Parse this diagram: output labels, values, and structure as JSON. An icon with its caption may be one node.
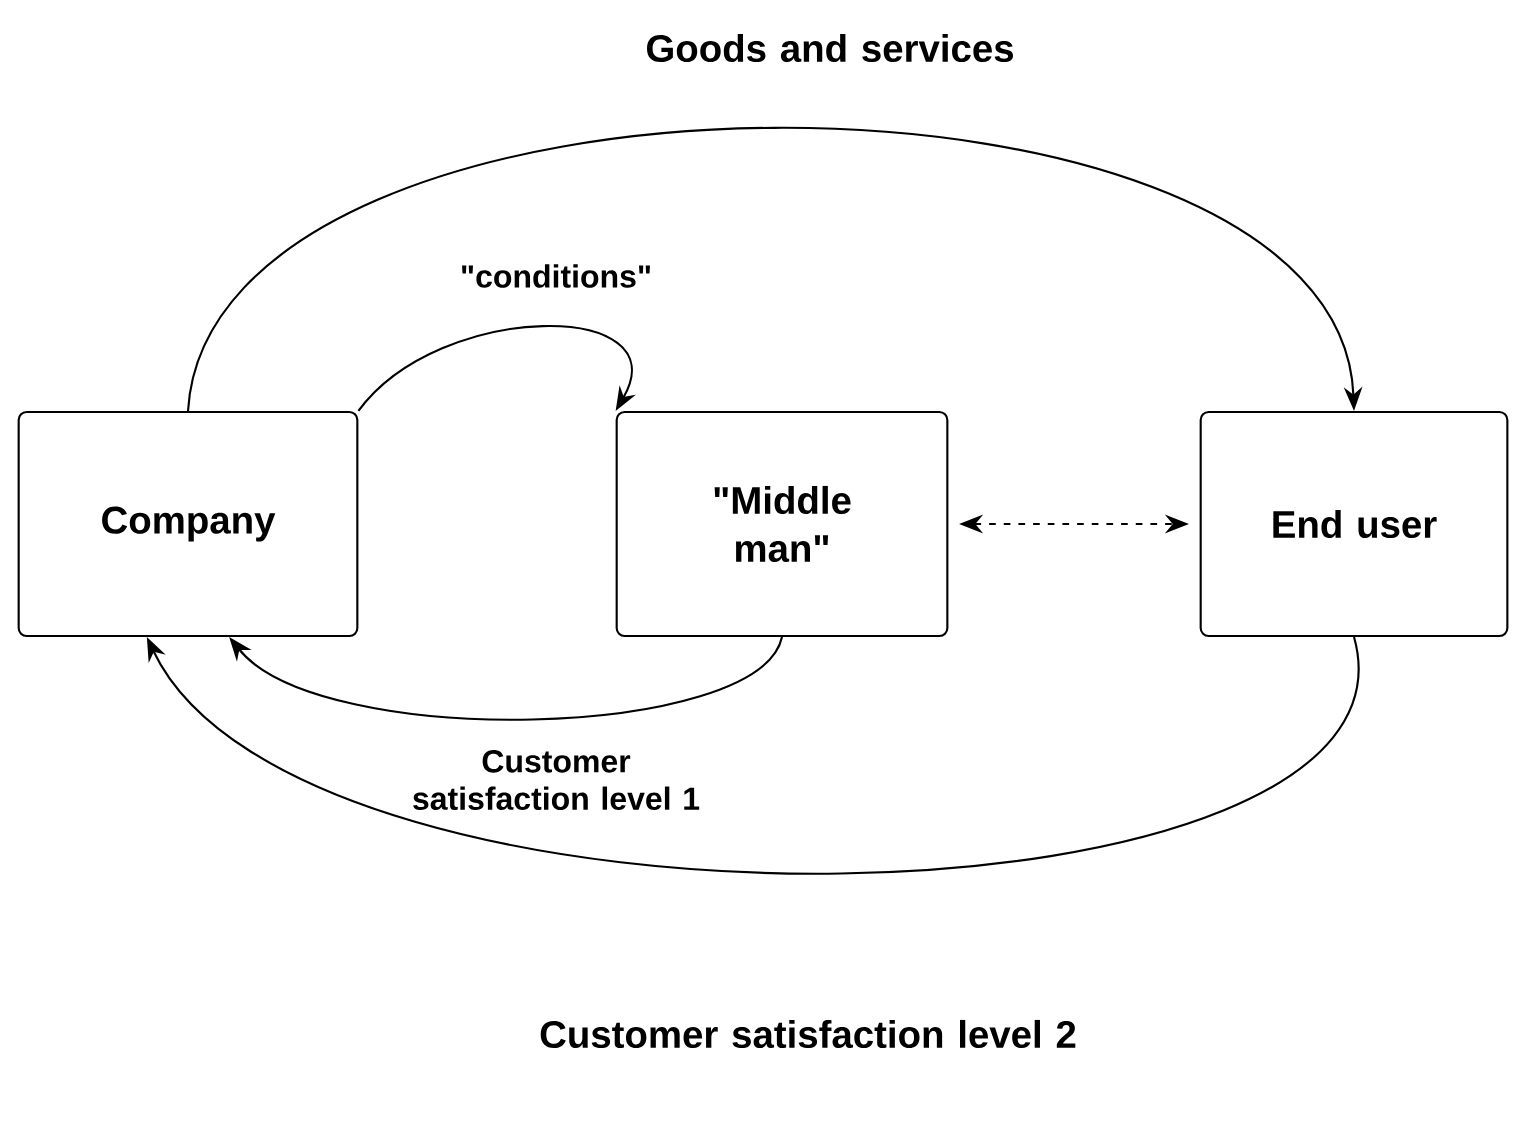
{
  "diagram": {
    "nodes": [
      {
        "text": [
          "Company"
        ]
      },
      {
        "text": [
          "\"Middle man\""
        ]
      },
      {
        "text": [
          "End user"
        ]
      }
    ],
    "edges": [
      {
        "from": 0,
        "to": 2,
        "arrow": "to",
        "label": "Goods and services"
      },
      {
        "from": 0,
        "to": 1,
        "arrow": "to",
        "label": "\"conditions\""
      },
      {
        "from": 1,
        "to": 2,
        "arrow": "both",
        "style": "dashed"
      },
      {
        "from": 1,
        "to": 0,
        "arrow": "to",
        "label": "Customer satisfaction level 1"
      },
      {
        "from": 2,
        "to": 0,
        "arrow": "to",
        "label": "Customer satisfaction level 2"
      }
    ]
  }
}
